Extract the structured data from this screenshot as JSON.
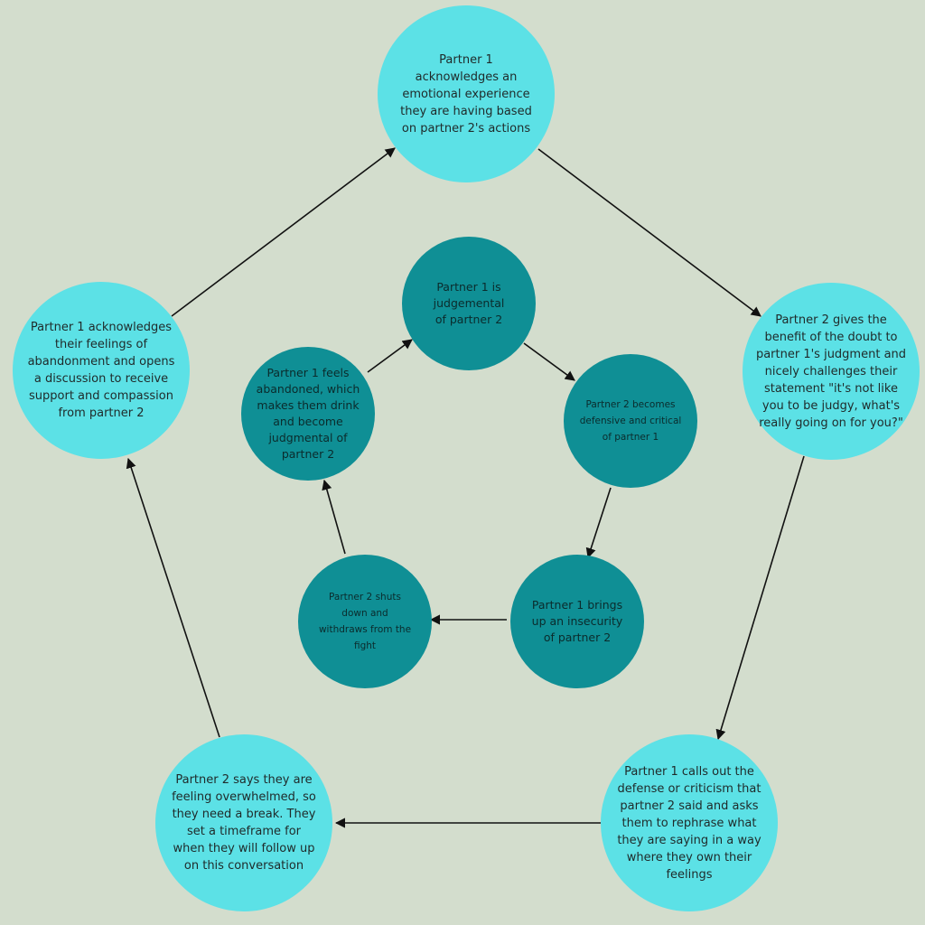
{
  "diagram": {
    "outer_cycle": [
      {
        "id": "o1",
        "text": "Partner 1 acknowledges an emotional experience they are having based on partner 2's actions"
      },
      {
        "id": "o2",
        "text": "Partner 2 gives the benefit of the doubt to partner 1's judgment and nicely challenges their statement \"it's not like you to be judgy, what's really going on for you?\""
      },
      {
        "id": "o3",
        "text": "Partner 1 calls out the defense or criticism that partner 2 said and asks them to rephrase what they are saying in a way where they own their feelings"
      },
      {
        "id": "o4",
        "text": "Partner 2 says they are feeling overwhelmed, so they need a break. They set a timeframe for when they will follow up on this conversation"
      },
      {
        "id": "o5",
        "text": "Partner 1 acknowledges their feelings of abandonment and opens a discussion to receive support and compassion from partner 2"
      }
    ],
    "inner_cycle": [
      {
        "id": "i1",
        "text": "Partner 1 is judgemental of partner 2"
      },
      {
        "id": "i2",
        "text": "Partner 2 becomes defensive and critical of partner 1"
      },
      {
        "id": "i3",
        "text": "Partner 1 brings up an insecurity of partner 2"
      },
      {
        "id": "i4",
        "text": "Partner 2 shuts down and withdraws from the fight"
      },
      {
        "id": "i5",
        "text": "Partner 1 feels abandoned, which makes them drink and become judgmental of partner 2"
      }
    ],
    "colors": {
      "background": "#d3ddcd",
      "outer_node": "#5ce1e6",
      "inner_node": "#0f8f95",
      "arrow": "#111111"
    }
  }
}
